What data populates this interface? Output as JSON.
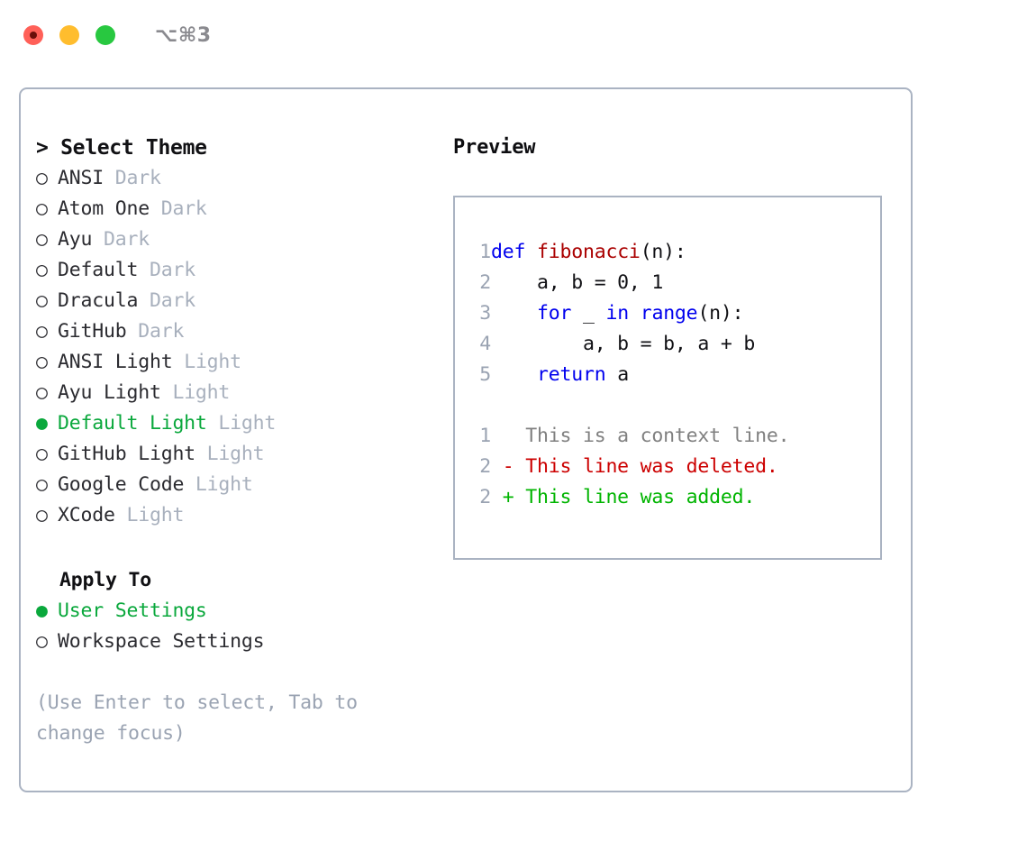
{
  "titlebar": {
    "shortcut": "⌥⌘3",
    "buttons": [
      {
        "name": "close",
        "color": "#ff6058"
      },
      {
        "name": "minimize",
        "color": "#ffbd2e"
      },
      {
        "name": "maximize",
        "color": "#28c840"
      }
    ]
  },
  "theme_list": {
    "header": "> Select Theme",
    "items": [
      {
        "marker": "○",
        "label": "ANSI",
        "badge": "Dark",
        "selected": false
      },
      {
        "marker": "○",
        "label": "Atom One",
        "badge": "Dark",
        "selected": false
      },
      {
        "marker": "○",
        "label": "Ayu",
        "badge": "Dark",
        "selected": false
      },
      {
        "marker": "○",
        "label": "Default",
        "badge": "Dark",
        "selected": false
      },
      {
        "marker": "○",
        "label": "Dracula",
        "badge": "Dark",
        "selected": false
      },
      {
        "marker": "○",
        "label": "GitHub",
        "badge": "Dark",
        "selected": false
      },
      {
        "marker": "○",
        "label": "ANSI Light",
        "badge": "Light",
        "selected": false
      },
      {
        "marker": "○",
        "label": "Ayu Light",
        "badge": "Light",
        "selected": false
      },
      {
        "marker": "●",
        "label": "Default Light",
        "badge": "Light",
        "selected": true
      },
      {
        "marker": "○",
        "label": "GitHub Light",
        "badge": "Light",
        "selected": false
      },
      {
        "marker": "○",
        "label": "Google Code",
        "badge": "Light",
        "selected": false
      },
      {
        "marker": "○",
        "label": "XCode",
        "badge": "Light",
        "selected": false
      }
    ]
  },
  "apply_to": {
    "header": "Apply To",
    "items": [
      {
        "marker": "●",
        "label": "User Settings",
        "selected": true
      },
      {
        "marker": "○",
        "label": "Workspace Settings",
        "selected": false
      }
    ]
  },
  "hint": "(Use Enter to select, Tab to change focus)",
  "preview": {
    "title": "Preview",
    "code_lines": [
      {
        "no": "1",
        "tokens": [
          {
            "t": "def ",
            "c": "kw"
          },
          {
            "t": "fibonacci",
            "c": "fn"
          },
          {
            "t": "(n):",
            "c": "txt"
          }
        ]
      },
      {
        "no": "2",
        "tokens": [
          {
            "t": "    a, b = 0, 1",
            "c": "txt"
          }
        ]
      },
      {
        "no": "3",
        "tokens": [
          {
            "t": "    ",
            "c": "txt"
          },
          {
            "t": "for",
            "c": "kw"
          },
          {
            "t": " _ ",
            "c": "txt"
          },
          {
            "t": "in",
            "c": "kw"
          },
          {
            "t": " ",
            "c": "txt"
          },
          {
            "t": "range",
            "c": "kw"
          },
          {
            "t": "(n):",
            "c": "txt"
          }
        ]
      },
      {
        "no": "4",
        "tokens": [
          {
            "t": "        a, b = b, a + b",
            "c": "txt"
          }
        ]
      },
      {
        "no": "5",
        "tokens": [
          {
            "t": "    ",
            "c": "txt"
          },
          {
            "t": "return",
            "c": "kw"
          },
          {
            "t": " a",
            "c": "txt"
          }
        ]
      }
    ],
    "diff_lines": [
      {
        "no": "1",
        "tokens": [
          {
            "t": "   This is a context line.",
            "c": "ctx"
          }
        ]
      },
      {
        "no": "2",
        "tokens": [
          {
            "t": " - This line was deleted.",
            "c": "del"
          }
        ]
      },
      {
        "no": "2",
        "tokens": [
          {
            "t": " + This line was added.",
            "c": "add"
          }
        ]
      }
    ]
  },
  "colors": {
    "accent_green": "#0aa83c",
    "border": "#aab3c2",
    "muted": "#a8b0bd",
    "hint": "#9aa3b2",
    "keyword": "#0000ee",
    "function": "#aa0000",
    "diff_context": "#808080",
    "diff_deleted": "#cc0000",
    "diff_added": "#00b400"
  }
}
